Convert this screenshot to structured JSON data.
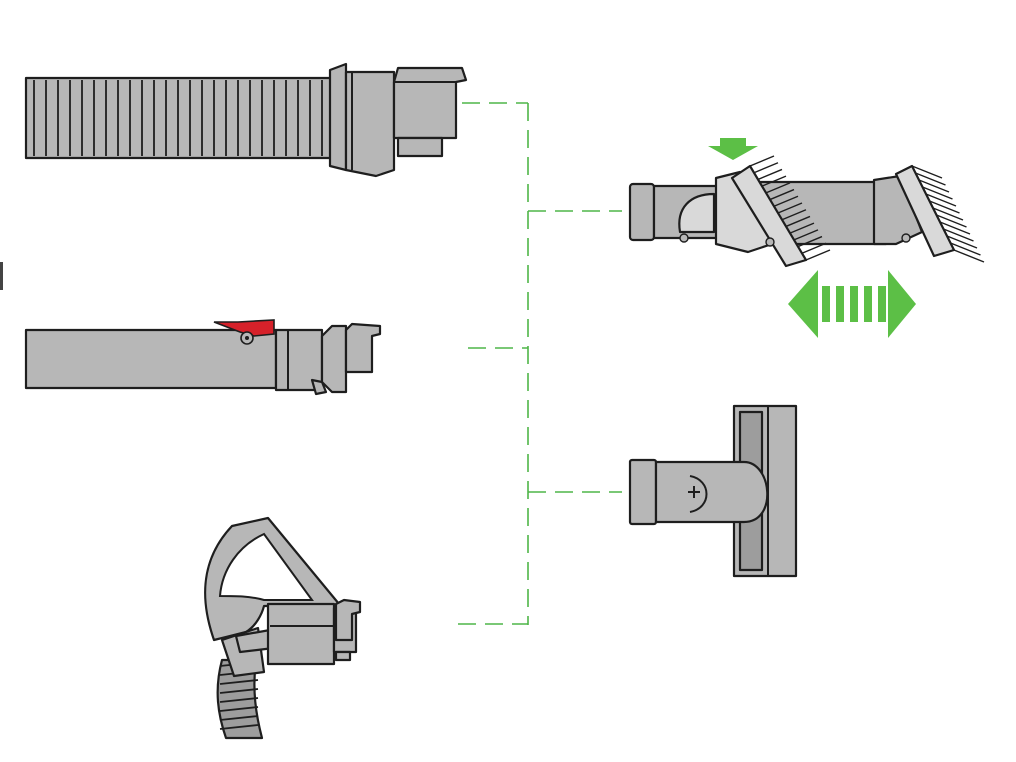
{
  "colors": {
    "connector": "#4fb548",
    "arrow": "#5cbf46",
    "part_fill": "#b7b7b7",
    "part_outline": "#1e1e1e",
    "trigger": "#d6212a"
  },
  "parts": [
    {
      "name": "ribbed-hose",
      "icon": "hose-icon"
    },
    {
      "name": "wand-with-trigger",
      "icon": "wand-icon"
    },
    {
      "name": "handle-with-hose",
      "icon": "handle-icon"
    },
    {
      "name": "combination-brush-tool",
      "icon": "brush-tool-icon"
    },
    {
      "name": "stair-tool",
      "icon": "stair-tool-icon"
    }
  ],
  "indicators": [
    {
      "name": "press-down-arrow",
      "icon": "arrow-down-icon"
    },
    {
      "name": "slide-left-right-arrow",
      "icon": "arrow-left-right-icon"
    }
  ]
}
